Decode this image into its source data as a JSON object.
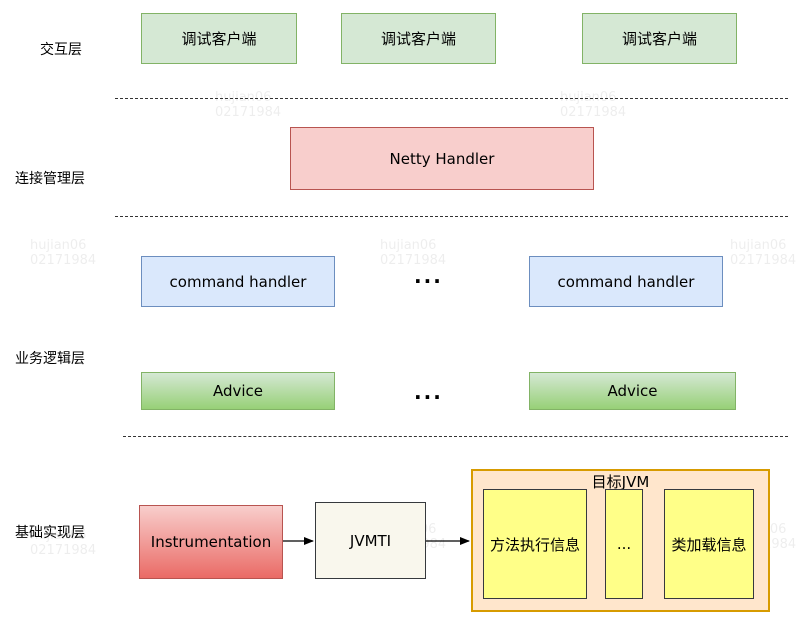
{
  "layers": {
    "interaction": "交互层",
    "connection": "连接管理层",
    "business": "业务逻辑层",
    "foundation": "基础实现层"
  },
  "interaction": {
    "clients": [
      "调试客户端",
      "调试客户端",
      "调试客户端"
    ]
  },
  "connection": {
    "handler": "Netty Handler"
  },
  "business": {
    "command_handler": "command handler",
    "advice": "Advice",
    "ellipsis": "..."
  },
  "foundation": {
    "instrumentation": "Instrumentation",
    "jvmti": "JVMTI",
    "jvm": {
      "title": "目标JVM",
      "method_info": "方法执行信息",
      "ellipsis": "...",
      "class_loading_info": "类加载信息"
    }
  },
  "watermark": {
    "line1": "hujian06",
    "line2": "02171984"
  }
}
